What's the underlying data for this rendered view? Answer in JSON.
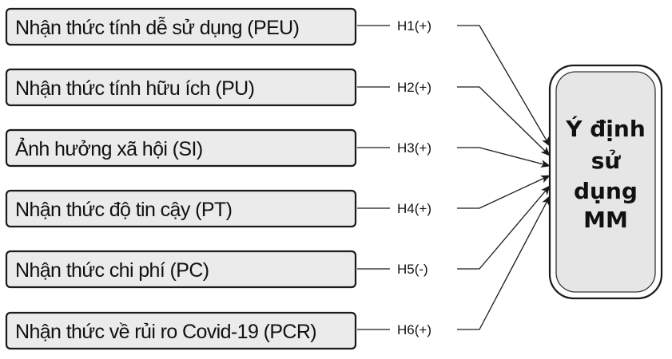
{
  "factors": [
    {
      "label": "Nhận thức tính dễ sử dụng (PEU)",
      "hypothesis": "H1(+)"
    },
    {
      "label": "Nhận thức tính hữu ích (PU)",
      "hypothesis": "H2(+)"
    },
    {
      "label": "Ảnh hưởng xã hội (SI)",
      "hypothesis": "H3(+)"
    },
    {
      "label": "Nhận thức độ tin cậy (PT)",
      "hypothesis": "H4(+)"
    },
    {
      "label": "Nhận thức chi phí (PC)",
      "hypothesis": "H5(-)"
    },
    {
      "label": "Nhận thức về rủi ro Covid-19  (PCR)",
      "hypothesis": "H6(+)"
    }
  ],
  "outcome": {
    "lines": [
      "Ý định",
      "sử",
      "dụng",
      "MM"
    ]
  },
  "colors": {
    "box_fill": "#ebebeb",
    "outcome_fill": "#e6e6e6",
    "stroke": "#1a1a1a"
  }
}
